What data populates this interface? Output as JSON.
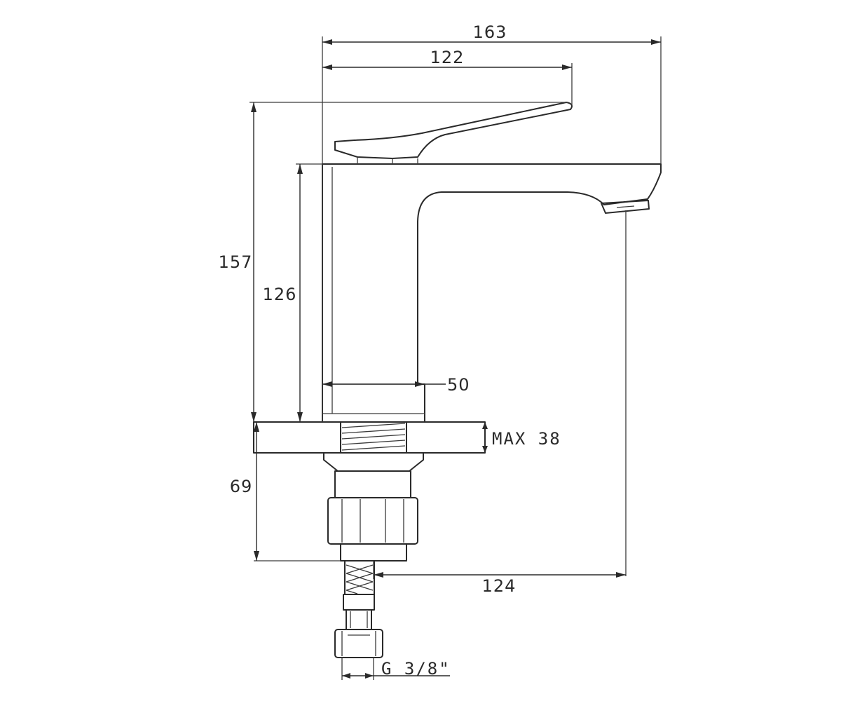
{
  "dimensions": {
    "overall_length": "163",
    "handle_length": "122",
    "overall_height": "157",
    "body_height": "126",
    "base_diameter": "50",
    "max_deck_thickness": "MAX 38",
    "below_deck_length": "69",
    "spout_reach": "124",
    "connection_thread": "G 3/8\""
  }
}
